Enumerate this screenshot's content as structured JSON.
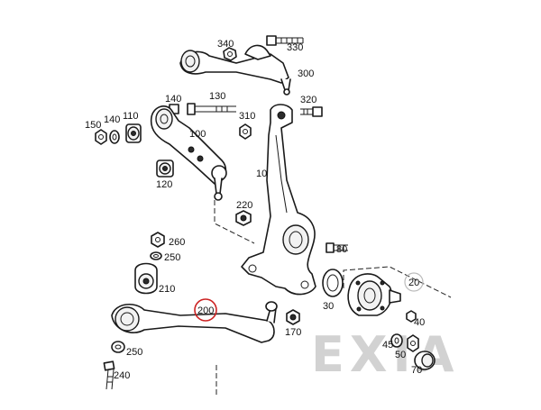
{
  "diagram": {
    "watermark": "EXIA",
    "highlight_color": "#cc2222",
    "labels": [
      {
        "id": "340",
        "text": "340"
      },
      {
        "id": "330",
        "text": "330"
      },
      {
        "id": "300",
        "text": "300"
      },
      {
        "id": "140a",
        "text": "140"
      },
      {
        "id": "130",
        "text": "130"
      },
      {
        "id": "320",
        "text": "320"
      },
      {
        "id": "150",
        "text": "150"
      },
      {
        "id": "140b",
        "text": "140"
      },
      {
        "id": "110",
        "text": "110"
      },
      {
        "id": "310",
        "text": "310"
      },
      {
        "id": "100",
        "text": "100"
      },
      {
        "id": "10",
        "text": "10"
      },
      {
        "id": "120",
        "text": "120"
      },
      {
        "id": "220",
        "text": "220"
      },
      {
        "id": "260",
        "text": "260"
      },
      {
        "id": "80",
        "text": "80"
      },
      {
        "id": "250a",
        "text": "250"
      },
      {
        "id": "210",
        "text": "210"
      },
      {
        "id": "20",
        "text": "20"
      },
      {
        "id": "30",
        "text": "30"
      },
      {
        "id": "200",
        "text": "200"
      },
      {
        "id": "40",
        "text": "40"
      },
      {
        "id": "170",
        "text": "170"
      },
      {
        "id": "45",
        "text": "45"
      },
      {
        "id": "250b",
        "text": "250"
      },
      {
        "id": "50",
        "text": "50"
      },
      {
        "id": "70",
        "text": "70"
      },
      {
        "id": "240",
        "text": "240"
      }
    ]
  }
}
